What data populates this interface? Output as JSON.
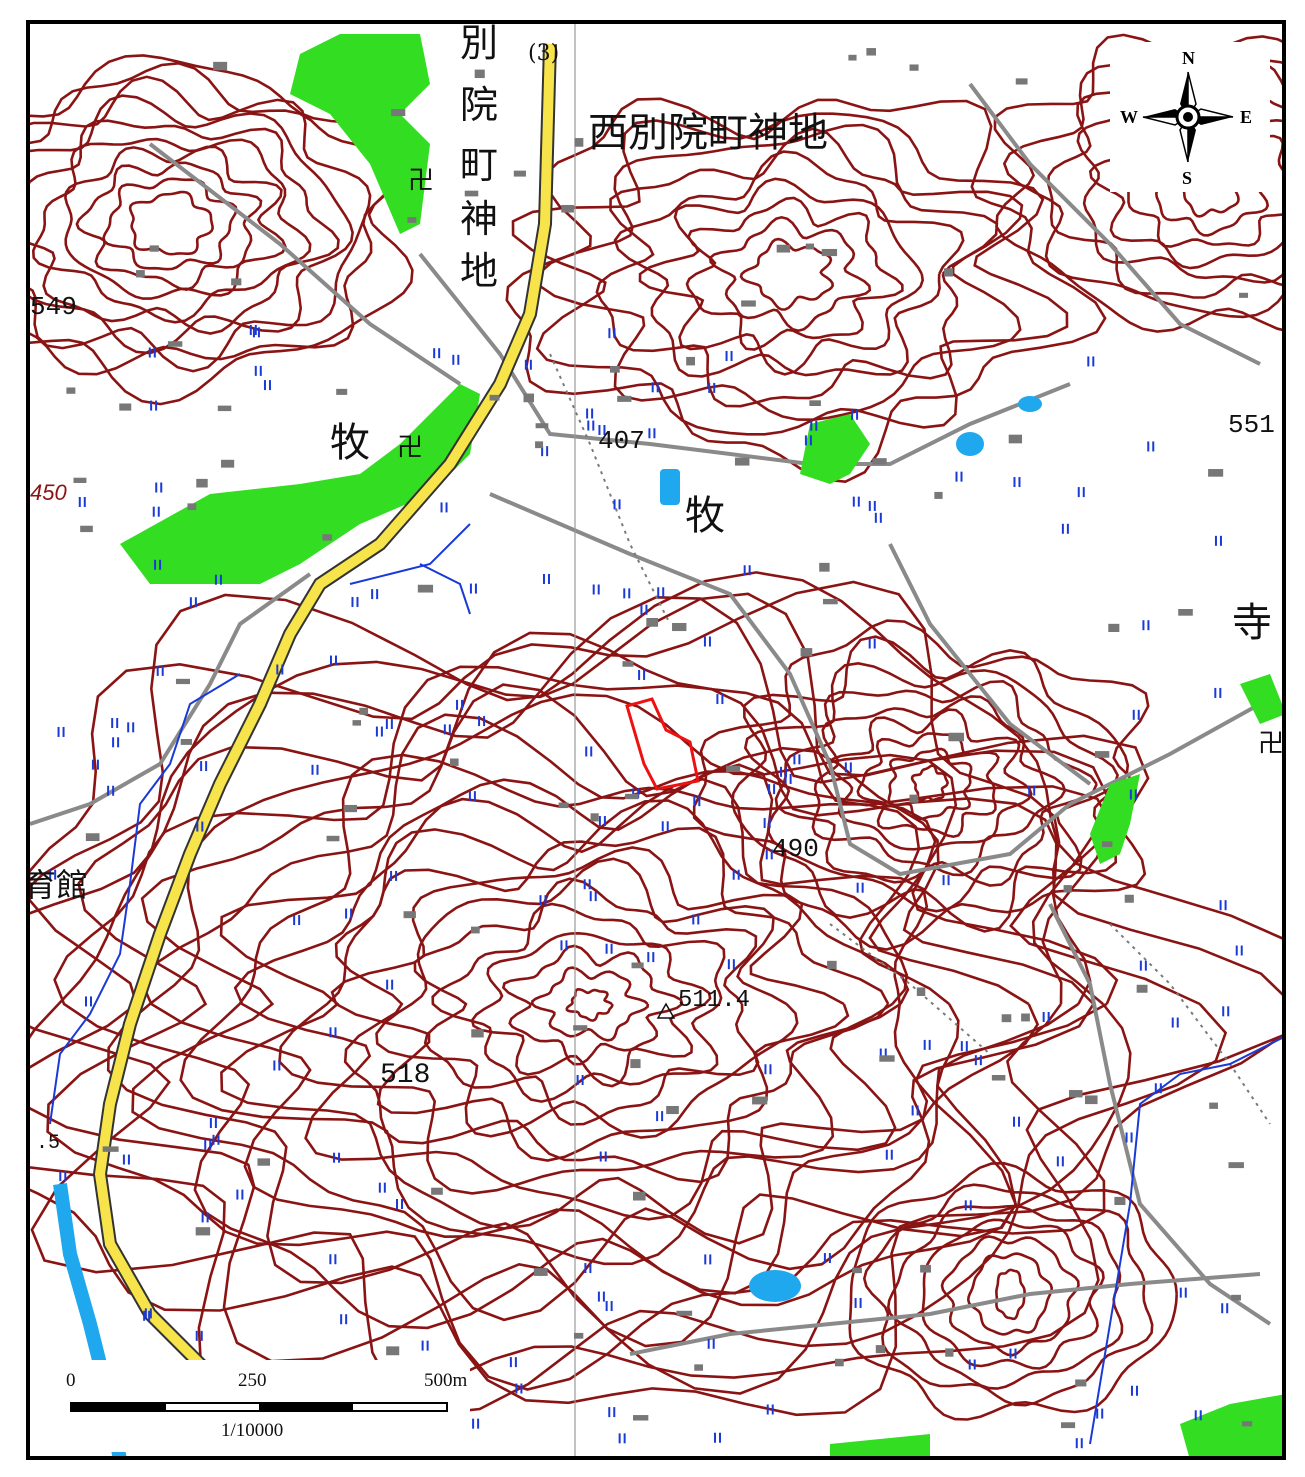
{
  "map": {
    "place_labels": {
      "district_horizontal": "西別院町神地",
      "district_vertical": [
        "別",
        "院",
        "町",
        "神",
        "地"
      ],
      "maki_left": "牧",
      "maki_center": "牧",
      "tera": "寺",
      "ikukan": "育館"
    },
    "elevation_labels": {
      "e549": "549",
      "e407": "407",
      "e551": "551",
      "e490": "490",
      "e511": "511.4",
      "e518": "518",
      "e450": "450",
      "e5": ".5"
    },
    "temple_symbol": "卍",
    "road_number": "(3)"
  },
  "compass": {
    "north": "N",
    "south": "S",
    "east": "E",
    "west": "W"
  },
  "scale": {
    "tick_0": "0",
    "tick_250": "250",
    "tick_500": "500m",
    "ratio": "1/10000"
  },
  "colors": {
    "contour": "#8a1414",
    "road_yellow": "#f7e34a",
    "forest_green": "#33dd22",
    "water_blue": "#1fa8ee",
    "stream_blue": "#1a3ad8",
    "survey_boundary": "#ee1111",
    "road_gray": "#8a8a8a"
  }
}
